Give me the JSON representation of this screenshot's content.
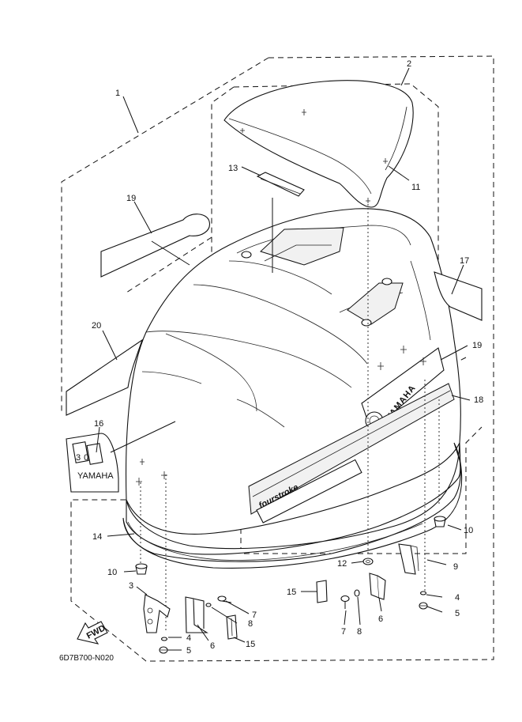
{
  "diagram": {
    "drawing_code": "6D7B700-N020",
    "arrow_label": "FWD",
    "decals": {
      "brand": "YAMAHA",
      "model_text": "fourstroke",
      "model_number": "30",
      "small_brand": "YAMAHA"
    },
    "callouts": [
      {
        "id": "c1",
        "text": "1"
      },
      {
        "id": "c2",
        "text": "2"
      },
      {
        "id": "c11",
        "text": "11"
      },
      {
        "id": "c13",
        "text": "13"
      },
      {
        "id": "c19a",
        "text": "19"
      },
      {
        "id": "c17",
        "text": "17"
      },
      {
        "id": "c20",
        "text": "20"
      },
      {
        "id": "c19b",
        "text": "19"
      },
      {
        "id": "c18",
        "text": "18"
      },
      {
        "id": "c16",
        "text": "16"
      },
      {
        "id": "c14",
        "text": "14"
      },
      {
        "id": "c10a",
        "text": "10"
      },
      {
        "id": "c10b",
        "text": "10"
      },
      {
        "id": "c12",
        "text": "12"
      },
      {
        "id": "c9",
        "text": "9"
      },
      {
        "id": "c3",
        "text": "3"
      },
      {
        "id": "c15a",
        "text": "15"
      },
      {
        "id": "c4a",
        "text": "4"
      },
      {
        "id": "c5a",
        "text": "5"
      },
      {
        "id": "c6a",
        "text": "6"
      },
      {
        "id": "c7a",
        "text": "7"
      },
      {
        "id": "c8a",
        "text": "8"
      },
      {
        "id": "c15b",
        "text": "15"
      },
      {
        "id": "c7b",
        "text": "7"
      },
      {
        "id": "c8b",
        "text": "8"
      },
      {
        "id": "c6b",
        "text": "6"
      },
      {
        "id": "c4b",
        "text": "4"
      },
      {
        "id": "c5b",
        "text": "5"
      }
    ]
  }
}
